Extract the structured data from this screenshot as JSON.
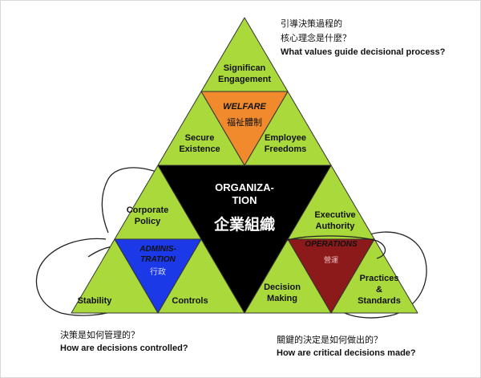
{
  "colors": {
    "green": "#a9d93a",
    "orange": "#f08a2c",
    "blue": "#1b39e6",
    "black": "#000000",
    "darkred": "#8c1a1a",
    "outline": "#333333"
  },
  "triangles": {
    "top": {
      "line1": "Significan",
      "line2": "Engagement"
    },
    "welfare": {
      "label": "WELFARE",
      "zh": "福祉體制"
    },
    "secure": {
      "line1": "Secure",
      "line2": "Existence"
    },
    "employee": {
      "line1": "Employee",
      "line2": "Freedoms"
    },
    "organization": {
      "line1": "ORGANIZA-",
      "line2": "TION",
      "zh": "企業組織"
    },
    "corporate": {
      "line1": "Corporate",
      "line2": "Policy"
    },
    "executive": {
      "line1": "Executive",
      "line2": "Authority"
    },
    "administration": {
      "line1": "ADMINIS-",
      "line2": "TRATION",
      "zh": "行政"
    },
    "operations": {
      "label": "OPERATIONS",
      "zh": "營運"
    },
    "stability": {
      "label": "Stability"
    },
    "controls": {
      "label": "Controls"
    },
    "decision": {
      "line1": "Decision",
      "line2": "Making"
    },
    "practices": {
      "line1": "Practices",
      "line2": "&",
      "line3": "Standards"
    }
  },
  "captions": {
    "top_right": {
      "zh1": "引導決策過程的",
      "zh2": "核心理念是什麼？",
      "en": "What values guide decisional process?"
    },
    "bottom_left": {
      "zh": "決策是如何管理的？",
      "en": "How are decisions controlled?"
    },
    "bottom_right": {
      "zh": "關鍵的決定是如何做出的？",
      "en": "How are critical decisions made?"
    }
  }
}
